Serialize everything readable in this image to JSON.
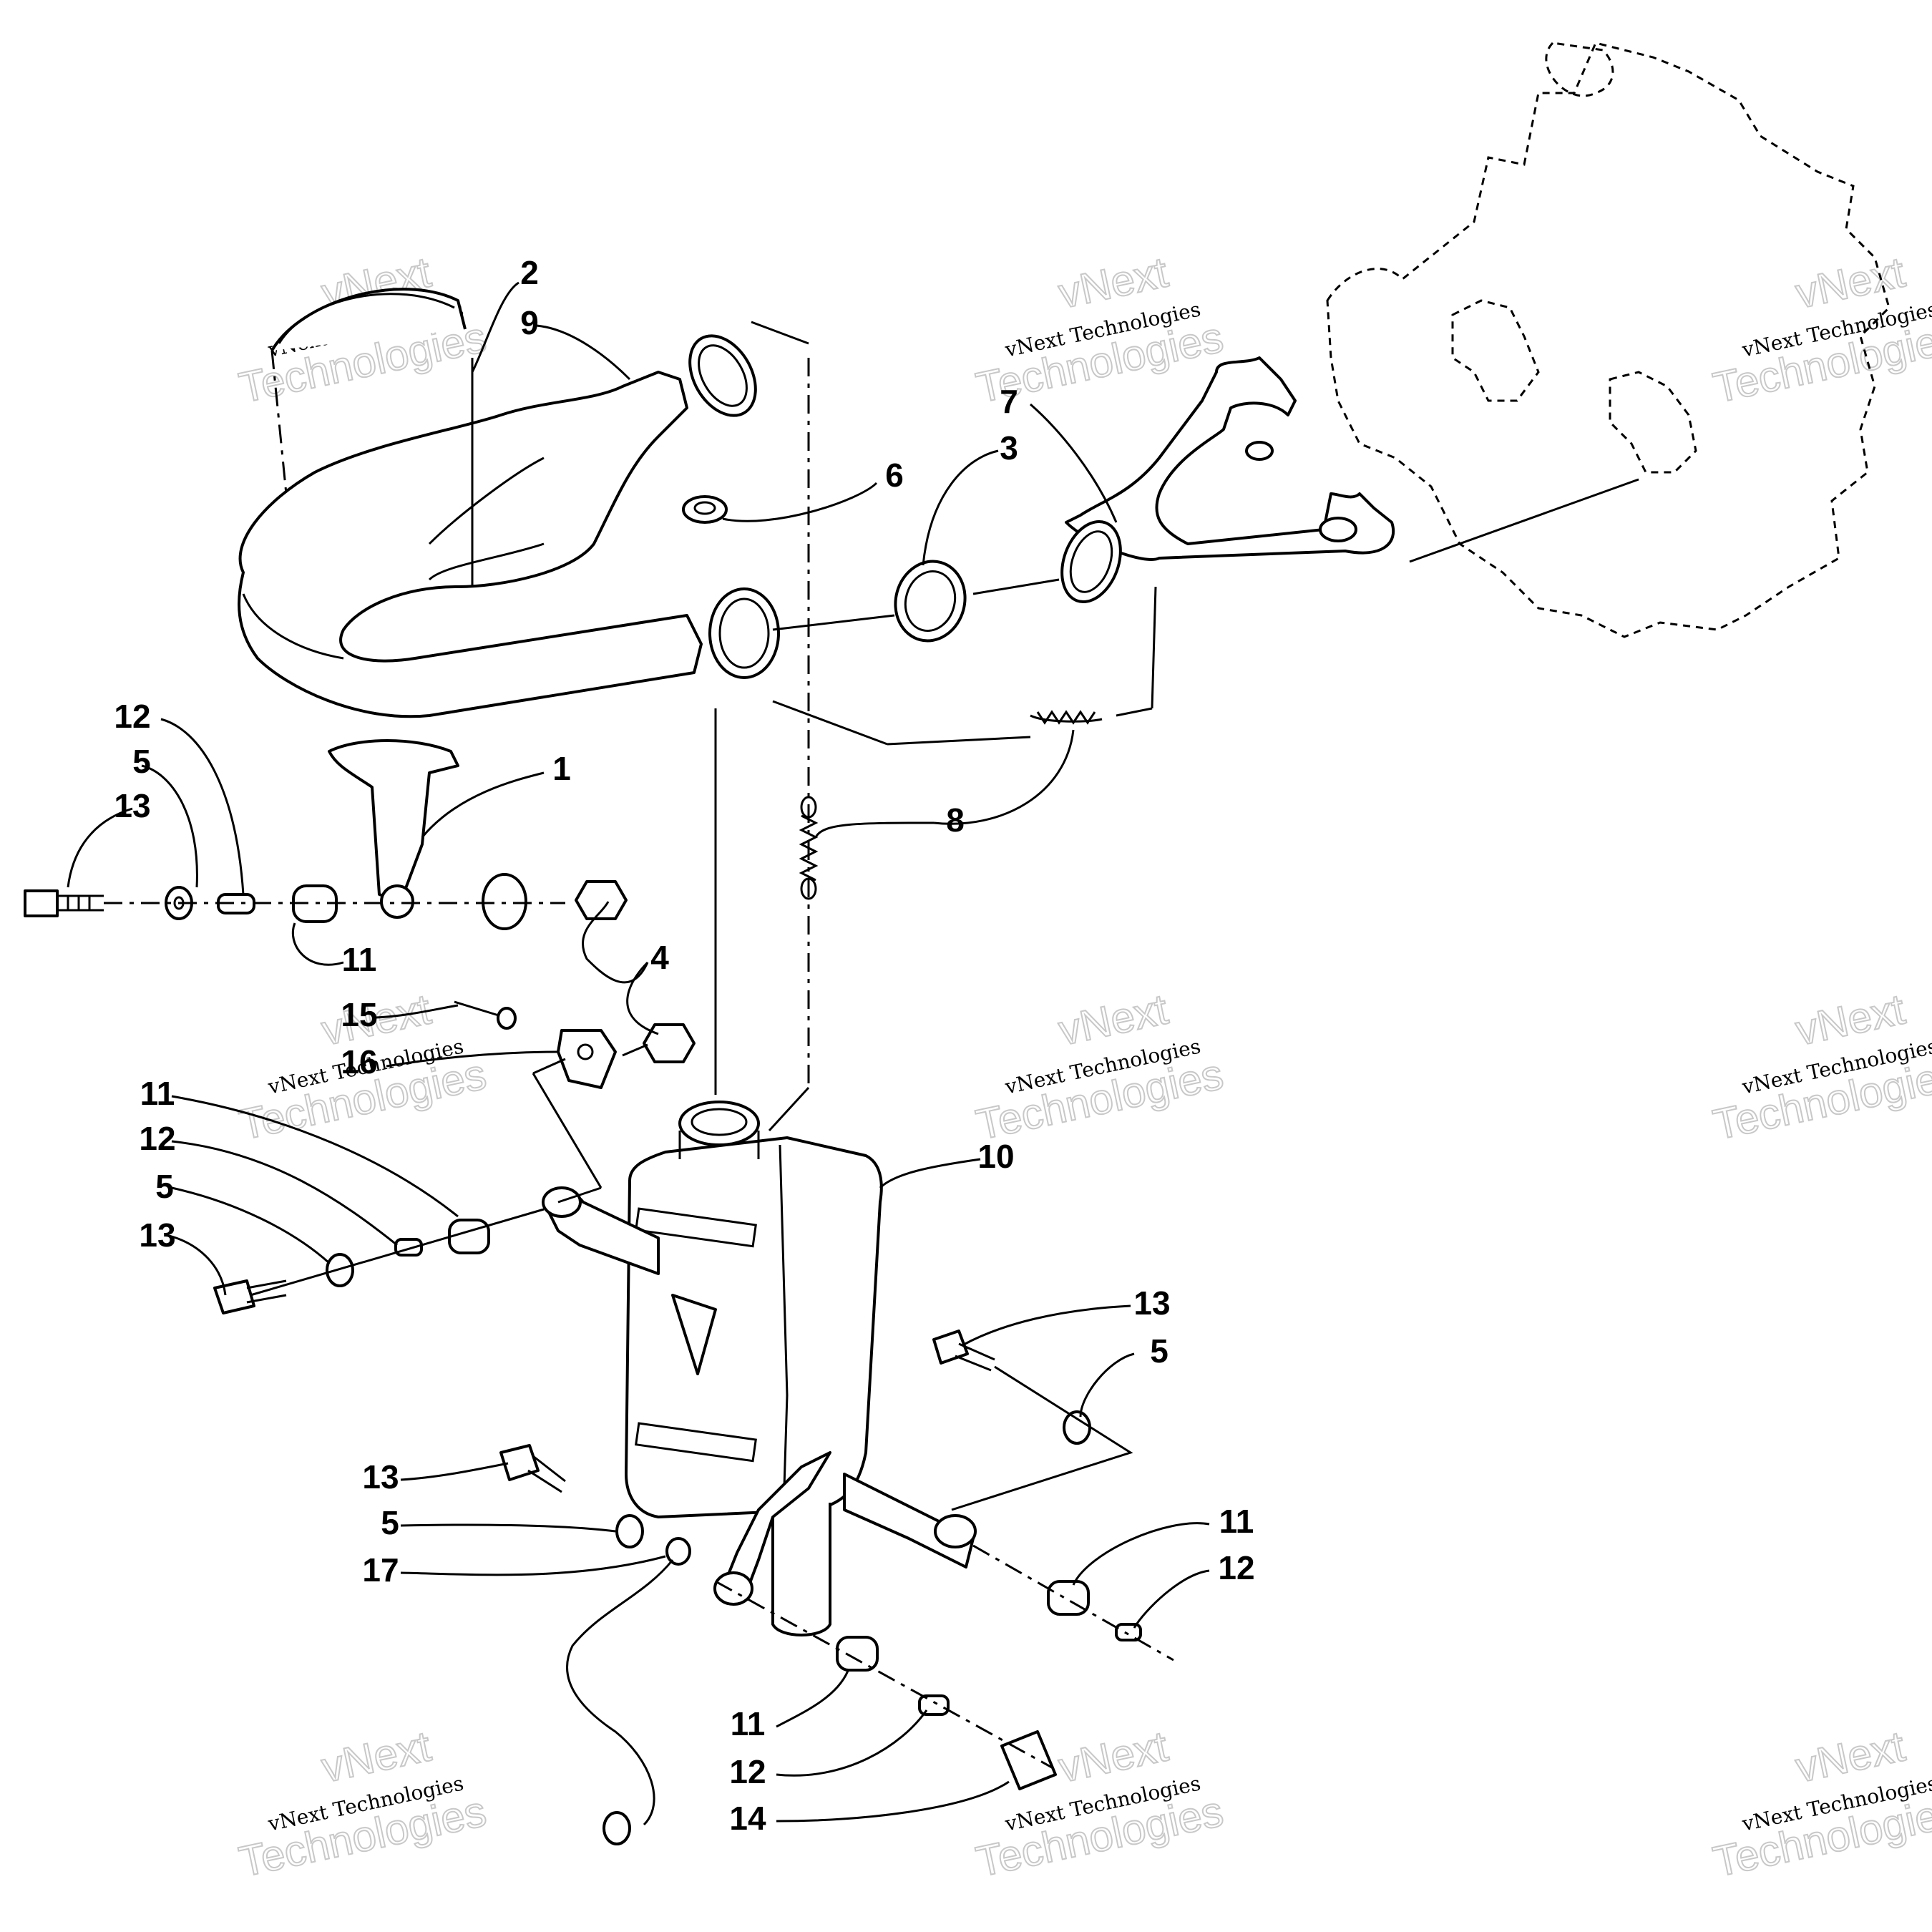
{
  "callouts": [
    "1",
    "2",
    "3",
    "4",
    "5",
    "6",
    "7",
    "8",
    "9",
    "10",
    "11",
    "12",
    "13",
    "14",
    "15",
    "16",
    "17"
  ],
  "watermark": {
    "line1": "vNext",
    "line2": "vNext Technologies",
    "line3": "Technologies"
  }
}
